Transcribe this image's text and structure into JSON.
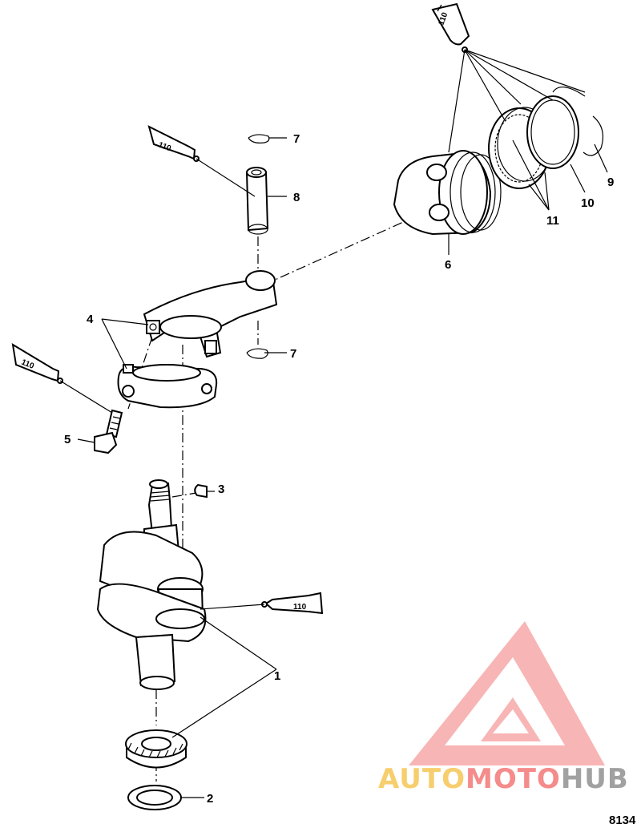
{
  "figure_id": "8134",
  "sealant_tube_label": "110",
  "callouts": {
    "c1": "1",
    "c2": "2",
    "c3": "3",
    "c4": "4",
    "c5": "5",
    "c6": "6",
    "c7a": "7",
    "c7b": "7",
    "c8": "8",
    "c9": "9",
    "c10": "10",
    "c11": "11"
  },
  "watermark": {
    "auto": "AUTO",
    "moto": "MOTO",
    "hub": "HUB",
    "colors": {
      "auto": "#f6c34b",
      "moto": "#f36f6f",
      "hub": "#8a8a8a",
      "logo": "#f47a7a"
    }
  }
}
